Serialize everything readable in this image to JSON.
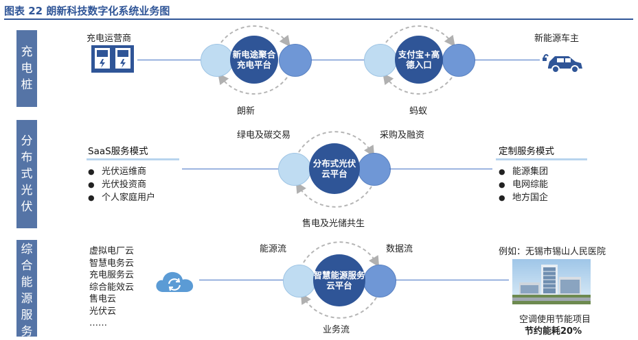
{
  "title": "图表 22 朗新科技数字化系统业务图",
  "rows": [
    {
      "band": [
        "充",
        "电",
        "桩"
      ],
      "left_label": "充电运营商",
      "right_label": "新能源车主",
      "platform1": "新电途聚合充电平台",
      "platform1_caption": "朗新",
      "platform2": "支付宝+高德入口",
      "platform2_caption": "蚂蚁"
    },
    {
      "band": [
        "分",
        "布",
        "式",
        "光",
        "伏"
      ],
      "top_left": "绿电及碳交易",
      "top_right": "采购及融资",
      "bottom": "售电及光储共生",
      "platform": "分布式光伏云平台",
      "left_header": "SaaS服务模式",
      "left_items": [
        "光伏运维商",
        "光伏投资商",
        "个人家庭用户"
      ],
      "right_header": "定制服务模式",
      "right_items": [
        "能源集团",
        "电网综能",
        "地方国企"
      ]
    },
    {
      "band": [
        "综",
        "合",
        "能",
        "源",
        "服",
        "务"
      ],
      "top_left": "能源流",
      "top_right": "数据流",
      "bottom": "业务流",
      "platform": "智慧能源服务云平台",
      "left_list": [
        "虚拟电厂云",
        "智慧电务云",
        "充电服务云",
        "综合能效云",
        "售电云",
        "光伏云",
        "……"
      ],
      "example_label": "例如：无锡市锡山人民医院",
      "project_label": "空调使用节能项目",
      "saving_label": "节约能耗20%"
    }
  ],
  "colors": {
    "title": "#2f5597",
    "band": "#5574a6",
    "dark_circle": "#2f5597",
    "light_circle": "#bfdcf2",
    "mid_circle": "#6f97d6"
  },
  "icons": [
    "charging-station-icon",
    "electric-car-icon",
    "cloud-sync-icon",
    "hospital-photo"
  ]
}
